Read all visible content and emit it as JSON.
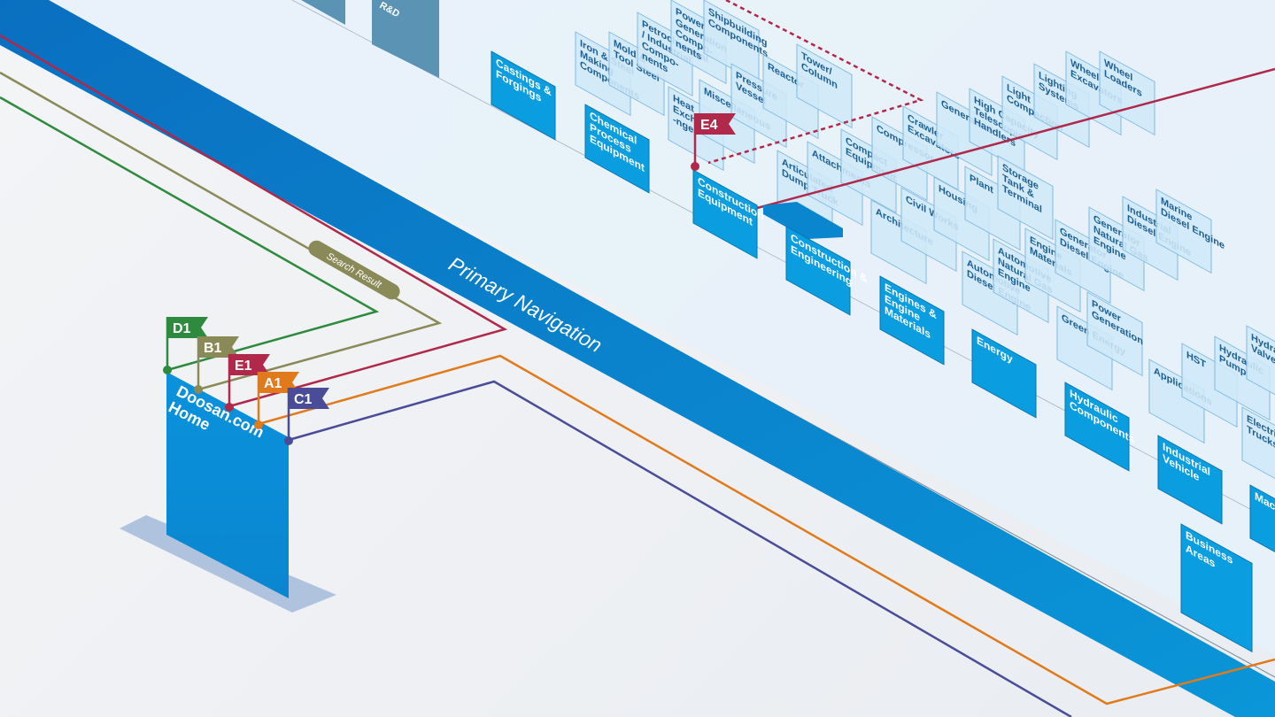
{
  "diagram": {
    "primary_nav_label": "Primary Navigation",
    "search_result_label": "Search Result",
    "home_label_lines": [
      "Doosan.com",
      "Home"
    ],
    "top_partial_label": "R&D",
    "colors": {
      "green": "#2e8a3e",
      "olive": "#8a8a58",
      "crimson": "#b0284a",
      "orange": "#e07a1a",
      "purple": "#4a4c98",
      "primary_blue": "#0a86cf",
      "card_blue": "#0a9de0",
      "pale_card": "#cfe8f8"
    },
    "flags": [
      {
        "id": "D1",
        "color": "#2e8a3e"
      },
      {
        "id": "B1",
        "color": "#8a8a58"
      },
      {
        "id": "E1",
        "color": "#b0284a"
      },
      {
        "id": "A1",
        "color": "#e07a1a"
      },
      {
        "id": "C1",
        "color": "#4a4c98"
      },
      {
        "id": "E4",
        "color": "#b0284a"
      }
    ],
    "categories": [
      {
        "label": [
          "Castings &",
          "Forgings"
        ]
      },
      {
        "label": [
          "Chemical",
          "Process",
          "Equipment"
        ]
      },
      {
        "label": [
          "Construction",
          "Equipment"
        ]
      },
      {
        "label": [
          "Construction &",
          "Engineering"
        ]
      },
      {
        "label": [
          "Engines &",
          "Engine",
          "Materials"
        ]
      },
      {
        "label": [
          "Energy"
        ]
      },
      {
        "label": [
          "Hydraulic",
          "Components"
        ]
      },
      {
        "label": [
          "Industrial",
          "Vehicle"
        ]
      },
      {
        "label": [
          "Mach"
        ]
      },
      {
        "label": [
          "Business",
          "Areas"
        ]
      }
    ],
    "subcategories": [
      {
        "label": [
          "Iron & Steel",
          "Making",
          "Components"
        ]
      },
      {
        "label": [
          "Mold &",
          "Tool Steel"
        ]
      },
      {
        "label": [
          "Petrochemical",
          "/ Industrial",
          "Compo-",
          "nents"
        ]
      },
      {
        "label": [
          "Power",
          "Generation",
          "Compo-",
          "nents"
        ]
      },
      {
        "label": [
          "Shipbuilding",
          "Components"
        ]
      },
      {
        "label": [
          "Heat",
          "Exchan",
          "-nger"
        ]
      },
      {
        "label": [
          "Miscellaneous"
        ]
      },
      {
        "label": [
          "Pressure",
          "Vessel"
        ]
      },
      {
        "label": [
          "Reactor"
        ]
      },
      {
        "label": [
          "Tower/",
          "Column"
        ]
      },
      {
        "label": [
          "Articulated",
          "Dump Truck"
        ]
      },
      {
        "label": [
          "Attachments"
        ]
      },
      {
        "label": [
          "Compact",
          "Equipment"
        ]
      },
      {
        "label": [
          "Compressor"
        ]
      },
      {
        "label": [
          "Crawler",
          "Excavators"
        ]
      },
      {
        "label": [
          "Generators"
        ]
      },
      {
        "label": [
          "High Capacity",
          "Telescopic",
          "Handlers"
        ]
      },
      {
        "label": [
          "Light",
          "Compaction"
        ]
      },
      {
        "label": [
          "Lighting",
          "Systems"
        ]
      },
      {
        "label": [
          "Wheel",
          "Excavators"
        ]
      },
      {
        "label": [
          "Wheel",
          "Loaders"
        ]
      },
      {
        "label": [
          "Architecture"
        ]
      },
      {
        "label": [
          "Civil Works"
        ]
      },
      {
        "label": [
          "Housing"
        ]
      },
      {
        "label": [
          "Plant"
        ]
      },
      {
        "label": [
          "Storage",
          "Tank &",
          "Terminal"
        ]
      },
      {
        "label": [
          "Automotive",
          "Diesel Engine"
        ]
      },
      {
        "label": [
          "Automotive",
          "Natural Gas",
          "Engine"
        ]
      },
      {
        "label": [
          "Engine",
          "Materials"
        ]
      },
      {
        "label": [
          "Generator",
          "Diesel Engine"
        ]
      },
      {
        "label": [
          "Generator",
          "Natural Gas",
          "Engine"
        ]
      },
      {
        "label": [
          "Industrial",
          "Diesel Engine"
        ]
      },
      {
        "label": [
          "Marine",
          "Diesel Engine"
        ]
      },
      {
        "label": [
          "Green Energy"
        ]
      },
      {
        "label": [
          "Power",
          "Generation"
        ]
      },
      {
        "label": [
          "Applications"
        ]
      },
      {
        "label": [
          "HST"
        ]
      },
      {
        "label": [
          "Hydraulic",
          "Pump"
        ]
      },
      {
        "label": [
          "Hydrau",
          "Valve"
        ]
      },
      {
        "label": [
          "Electric",
          "Trucks"
        ]
      }
    ]
  }
}
